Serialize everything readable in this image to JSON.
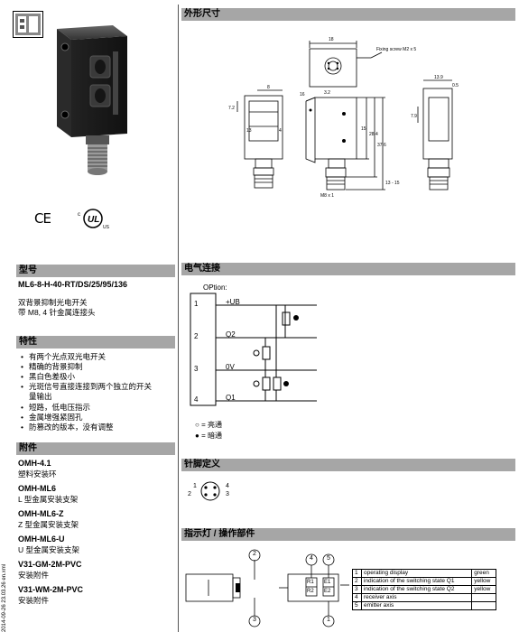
{
  "left": {
    "certifications": [
      "CE",
      "cULus"
    ],
    "model_section": {
      "header": "型号",
      "model": "ML6-8-H-40-RT/DS/25/95/136",
      "desc_lines": [
        "双背景抑制光电开关",
        "带 M8, 4 针金属连接头"
      ]
    },
    "features": {
      "header": "特性",
      "items": [
        "有两个光点双光电开关",
        "精确的背景抑制",
        "黑白色差极小",
        "光斑信号直接连接到两个独立的开关",
        "量输出",
        "短路，低电压指示",
        "金属增强紧固孔",
        "防篡改的版本，没有调整"
      ]
    },
    "accessories": {
      "header": "附件",
      "items": [
        {
          "code": "OMH-4.1",
          "desc": "塑料安装环"
        },
        {
          "code": "OMH-ML6",
          "desc": "L 型金属安装支架"
        },
        {
          "code": "OMH-ML6-Z",
          "desc": "Z 型金属安装支架"
        },
        {
          "code": "OMH-ML6-U",
          "desc": "U 型金属安装支架"
        },
        {
          "code": "V31-GM-2M-PVC",
          "desc": "安装附件"
        },
        {
          "code": "V31-WM-2M-PVC",
          "desc": "安装附件"
        }
      ]
    },
    "side_stamp": "2014-09-26  23.03.26  en.xml"
  },
  "right": {
    "dimensions": {
      "header": "外形尺寸",
      "labels": [
        "18",
        "Fixing screw M2 x 5",
        "8",
        "13.9",
        "7.2",
        "13",
        "4",
        "16",
        "3.2",
        "15",
        "28.4",
        "37.6",
        "7.9",
        "0.5",
        "13 - 15",
        "M8 x 1"
      ]
    },
    "electrical": {
      "header": "电气连接",
      "option": "OPtion:",
      "pins": [
        "1",
        "2",
        "3",
        "4"
      ],
      "signals": [
        "+UB",
        "Q2",
        "0V",
        "Q1"
      ],
      "legend": [
        "= 亮通",
        "= 暗通"
      ]
    },
    "pinout": {
      "header": "针脚定义",
      "pins_left": [
        "1",
        "2"
      ],
      "pins_right": [
        "4",
        "3"
      ]
    },
    "indicators": {
      "header": "指示灯 / 操作部件",
      "callouts": [
        "2",
        "3",
        "4",
        "5",
        "1"
      ],
      "window_labels": [
        "R1",
        "R2",
        "E1",
        "E2"
      ],
      "table": [
        {
          "num": "1",
          "desc": "operating display",
          "color": "green"
        },
        {
          "num": "2",
          "desc": "indication of the switching state Q1",
          "color": "yellow"
        },
        {
          "num": "3",
          "desc": "indication of the switching state Q2",
          "color": "yellow"
        },
        {
          "num": "4",
          "desc": "receiver axis",
          "color": ""
        },
        {
          "num": "5",
          "desc": "emitter axis",
          "color": ""
        }
      ]
    }
  }
}
